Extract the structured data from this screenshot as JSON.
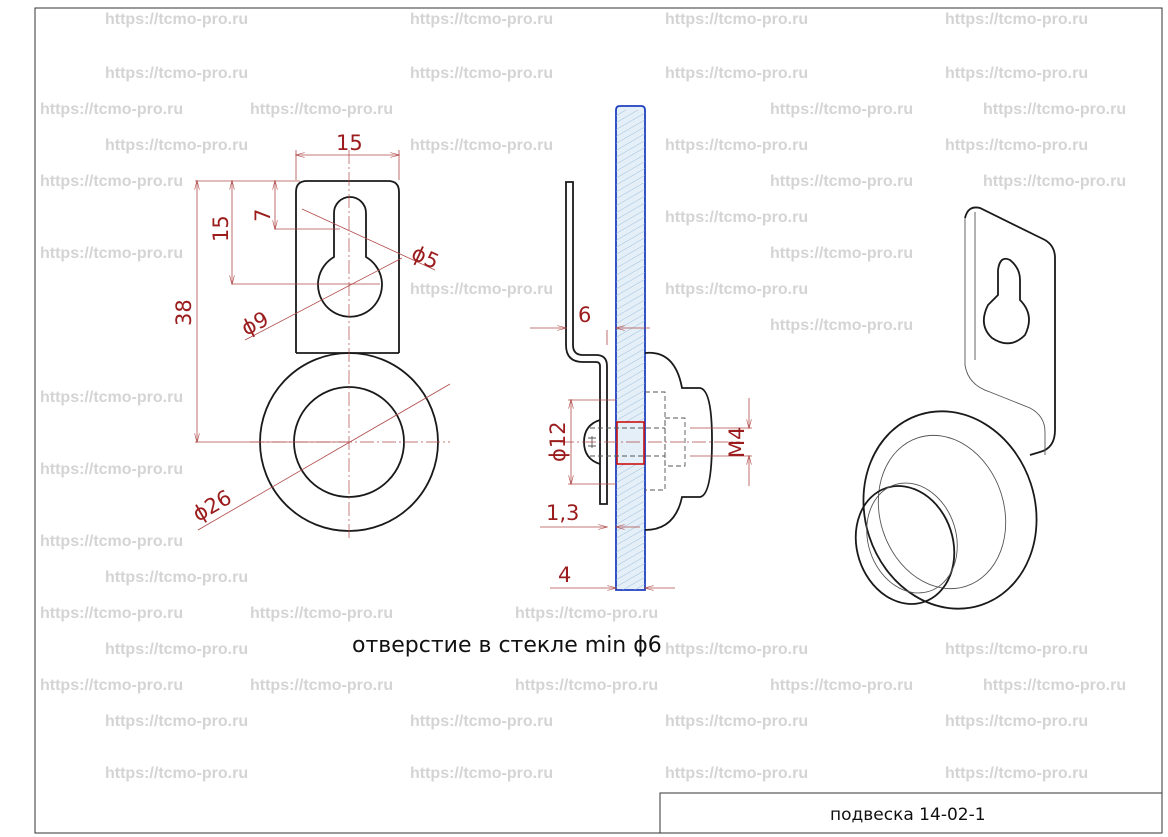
{
  "watermark": "https://tcmo-pro.ru",
  "front_view": {
    "dims": {
      "width_top": "15",
      "slot_small_offset": "7",
      "slot_big_offset": "15",
      "ring_offset": "38",
      "slot_small_dia": "ϕ5",
      "slot_big_dia": "ϕ9",
      "ring_dia": "ϕ26"
    }
  },
  "side_view": {
    "dims": {
      "offset": "6",
      "washer_dia": "ϕ12",
      "thread": "M4",
      "thickness": "1,3",
      "glass": "4"
    },
    "colors": {
      "glass_outline": "#1f3fbf",
      "glass_fill": "#cfe3f2",
      "hole": "#cc1111"
    }
  },
  "caption": "отверстие в стекле min ϕ6",
  "title_block": {
    "name": "подвеска 14-02-1"
  }
}
